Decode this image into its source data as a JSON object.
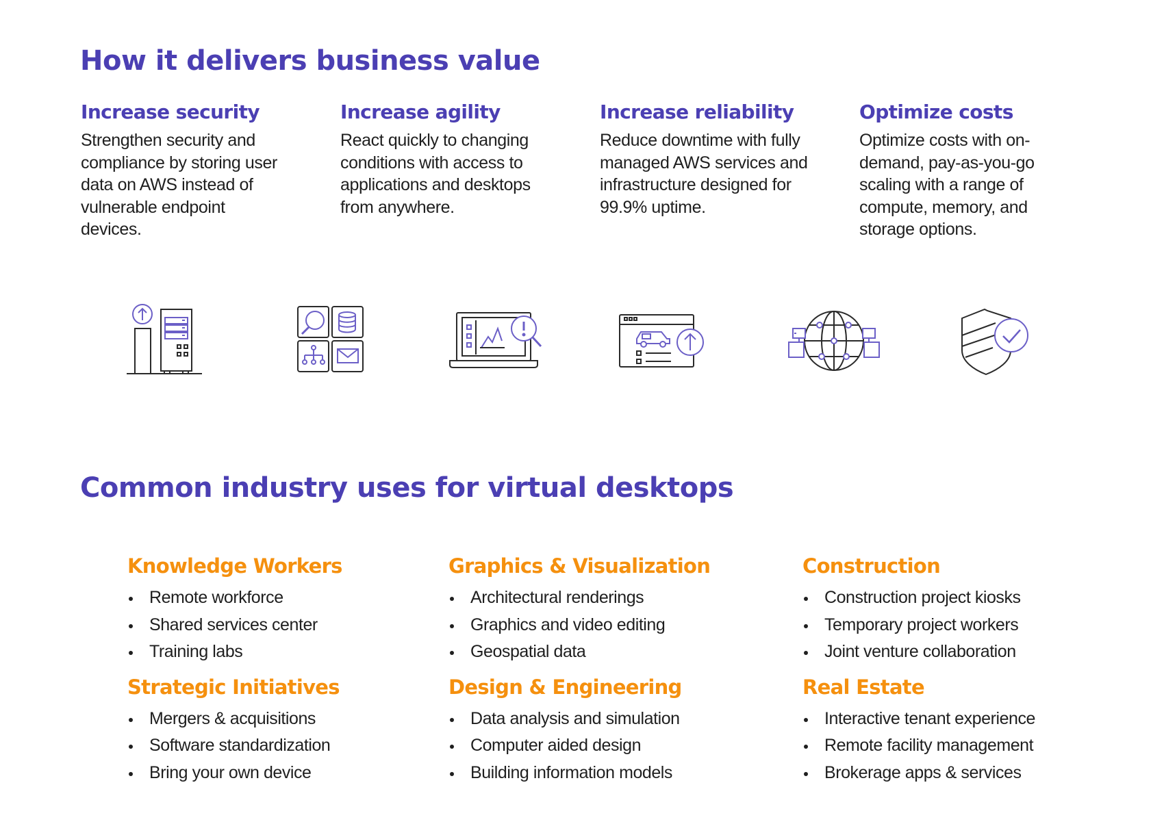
{
  "value_section": {
    "heading": "How it delivers business value",
    "columns": [
      {
        "title": "Increase security",
        "body": "Strengthen security and compliance by storing user data on AWS instead of vulnerable endpoint devices."
      },
      {
        "title": "Increase agility",
        "body": "React quickly to changing conditions with access to applications and desktops from anywhere."
      },
      {
        "title": "Increase reliability",
        "body": "Reduce downtime with fully managed AWS services and infrastructure designed for 99.9% uptime."
      },
      {
        "title": "Optimize costs",
        "body": "Optimize costs with on-demand, pay-as-you-go scaling with a range of compute, memory, and storage options."
      }
    ]
  },
  "icons": [
    "server-upload-icon",
    "app-grid-icon",
    "laptop-analytics-alert-icon",
    "browser-vehicle-upload-icon",
    "global-network-icon",
    "shield-check-icon"
  ],
  "colors": {
    "heading_purple": "#4b3fb3",
    "accent_orange": "#f5900e",
    "icon_purple": "#6b5fc7"
  },
  "uses_section": {
    "heading": "Common industry uses for virtual desktops",
    "groups": [
      [
        {
          "title": "Knowledge Workers",
          "items": [
            "Remote workforce",
            "Shared services center",
            "Training labs"
          ]
        },
        {
          "title": "Strategic Initiatives",
          "items": [
            "Mergers & acquisitions",
            "Software standardization",
            "Bring your own device"
          ]
        }
      ],
      [
        {
          "title": "Graphics & Visualization",
          "items": [
            "Architectural renderings",
            "Graphics and video editing",
            "Geospatial data"
          ]
        },
        {
          "title": "Design & Engineering",
          "items": [
            "Data analysis and simulation",
            "Computer aided design",
            "Building information models"
          ]
        }
      ],
      [
        {
          "title": "Construction",
          "items": [
            "Construction project kiosks",
            "Temporary project workers",
            "Joint venture collaboration"
          ]
        },
        {
          "title": "Real Estate",
          "items": [
            "Interactive tenant experience",
            "Remote facility management",
            "Brokerage apps & services"
          ]
        }
      ]
    ]
  }
}
